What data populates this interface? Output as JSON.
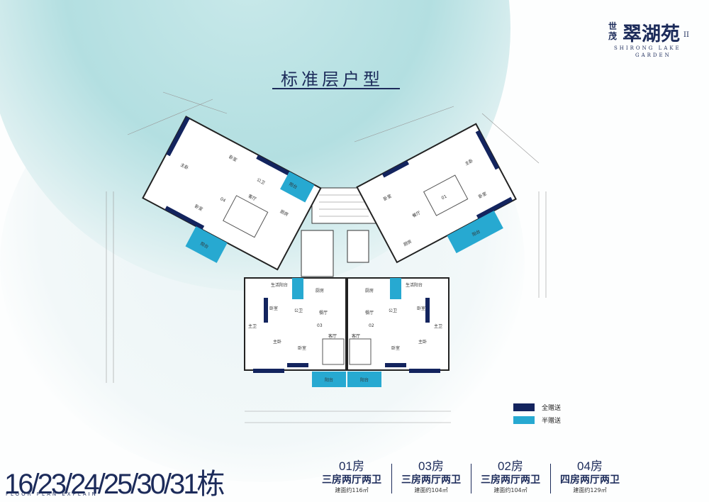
{
  "logo": {
    "brand_cn": "世茂",
    "project_cn": "翠湖苑",
    "phase": "II",
    "en_line1": "SHIRONG LAKE",
    "en_line2": "GARDEN"
  },
  "title": "标准层户型",
  "plan": {
    "rooms": {
      "kitchen": "厨房",
      "dining": "餐厅",
      "living": "客厅",
      "bedroom": "卧室",
      "master_bedroom": "主卧",
      "public_bath": "公卫",
      "master_bath": "主卫",
      "utility_balcony": "生活阳台",
      "balcony": "阳台"
    },
    "unit_tags": [
      "01",
      "02",
      "03",
      "04"
    ]
  },
  "legend": [
    {
      "label": "全赠送",
      "color": "#13245e"
    },
    {
      "label": "半赠送",
      "color": "#27a9d1"
    }
  ],
  "buildings": "16/23/24/25/30/31栋",
  "subtitle": "FLOOR PLAN EXPLAIN",
  "units": [
    {
      "no": "01房",
      "type": "三房两厅两卫",
      "area": "建面约116㎡"
    },
    {
      "no": "03房",
      "type": "三房两厅两卫",
      "area": "建面约104㎡"
    },
    {
      "no": "02房",
      "type": "三房两厅两卫",
      "area": "建面约104㎡"
    },
    {
      "no": "04房",
      "type": "四房两厅两卫",
      "area": "建面约129㎡"
    }
  ],
  "colors": {
    "navy": "#13245e",
    "cyan": "#27a9d1",
    "bg_teal": "#b3dfe1"
  }
}
